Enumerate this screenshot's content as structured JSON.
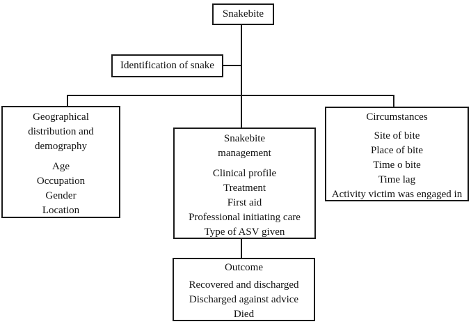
{
  "figure": {
    "background": "#ffffff",
    "line_color": "#1a1a1a",
    "text_color": "#111111"
  },
  "nodes": {
    "snakebite": {
      "label": "Snakebite"
    },
    "identification": {
      "label": "Identification of snake"
    },
    "geographical": {
      "title_lines": [
        "Geographical",
        "distribution and",
        "demography"
      ],
      "items": [
        "Age",
        "Occupation",
        "Gender",
        "Location"
      ]
    },
    "management": {
      "title_lines": [
        "Snakebite",
        "management"
      ],
      "items": [
        "Clinical profile",
        "Treatment",
        "First aid",
        "Professional initiating care",
        "Type of ASV given"
      ]
    },
    "circumstances": {
      "title": "Circumstances",
      "items": [
        "Site of bite",
        "Place of bite",
        "Time o bite",
        "Time lag",
        "Activity victim was engaged in"
      ]
    },
    "outcome": {
      "title": "Outcome",
      "items": [
        "Recovered and discharged",
        "Discharged against advice",
        "Died"
      ]
    }
  }
}
